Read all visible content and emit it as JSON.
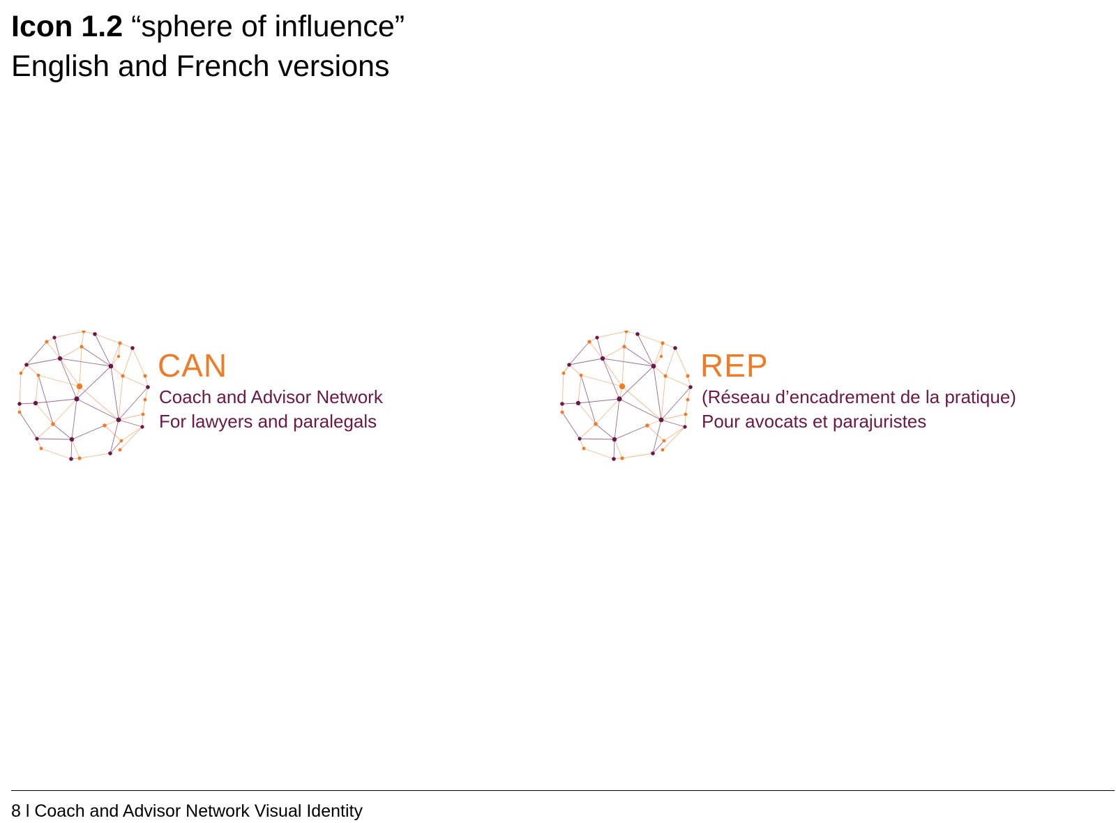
{
  "title": {
    "bold_part": "Icon 1.2",
    "rest": " “sphere of influence”",
    "subtitle": "English and French versions"
  },
  "colors": {
    "orange": "#f07b27",
    "plum": "#6b1747"
  },
  "icon": "network-sphere-icon",
  "logos": {
    "english": {
      "acronym": "CAN",
      "line1": "Coach and Advisor Network",
      "line2": "For lawyers and paralegals"
    },
    "french": {
      "acronym": "REP",
      "line1": "(Réseau d’encadrement de la pratique)",
      "line2": "Pour avocats et parajuristes"
    }
  },
  "footer": {
    "text": "8 l Coach and Advisor Network Visual Identity"
  }
}
